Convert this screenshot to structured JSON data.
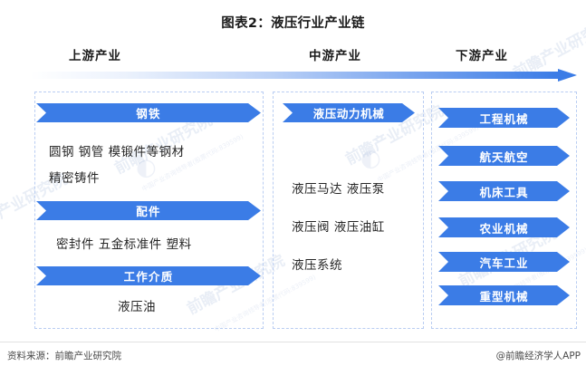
{
  "title": "图表2：液压行业产业链",
  "columns": {
    "upstream": "上游产业",
    "midstream": "中游产业",
    "downstream": "下游产业"
  },
  "upstream": {
    "sections": [
      {
        "banner": "钢铁",
        "lines": [
          "圆钢  钢管  模锻件等钢材",
          "精密铸件"
        ]
      },
      {
        "banner": "配件",
        "lines": [
          "密封件  五金标准件  塑料"
        ]
      },
      {
        "banner": "工作介质",
        "lines": [
          "液压油"
        ]
      }
    ]
  },
  "midstream": {
    "banner": "液压动力机械",
    "lines": [
      "液压马达 液压泵",
      "液压阀 液压油缸",
      "液压系统"
    ]
  },
  "downstream": {
    "items": [
      "工程机械",
      "航天航空",
      "机床工具",
      "农业机械",
      "汽车工业",
      "重型机械"
    ]
  },
  "footer": {
    "source": "资料来源：前瞻产业研究院",
    "attribution": "@前瞻经济学人APP"
  },
  "watermark": {
    "text": "前瞻产业研究院",
    "sub": "中国产业咨询领导者(股票代码:839599)",
    "logo": "◐"
  },
  "colors": {
    "accent": "#3b7ce6",
    "panel_border": "#b9cdf2",
    "text": "#262626"
  }
}
